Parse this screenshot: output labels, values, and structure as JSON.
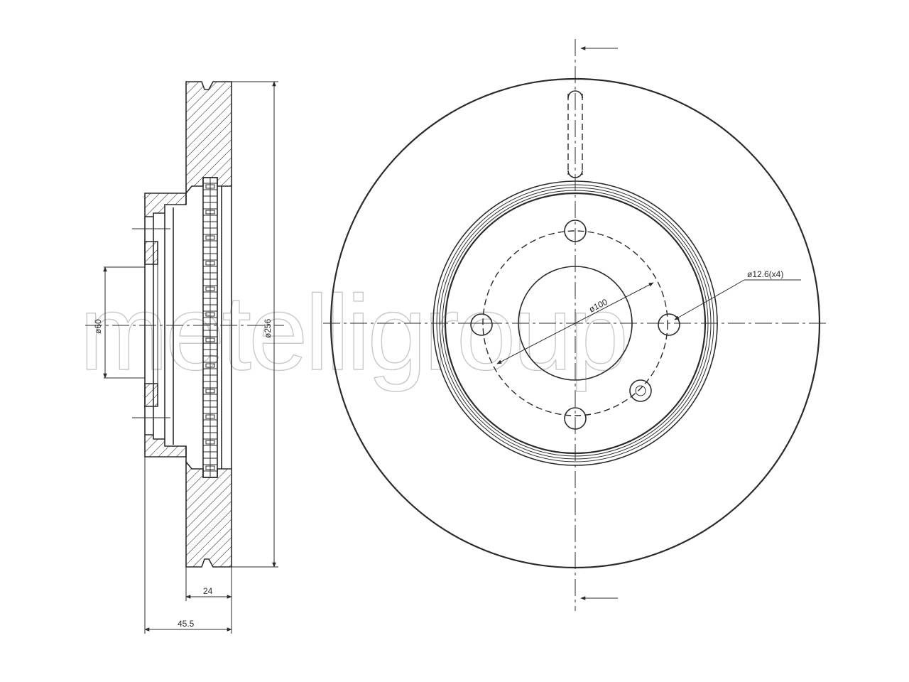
{
  "watermark": "metelligroup",
  "dimensions": {
    "hub_diameter": "ø60",
    "outer_diameter": "ø256",
    "thickness": "24",
    "total_height": "45.5",
    "pcd": "ø100",
    "bolt_holes": "ø12.6(x4)"
  }
}
